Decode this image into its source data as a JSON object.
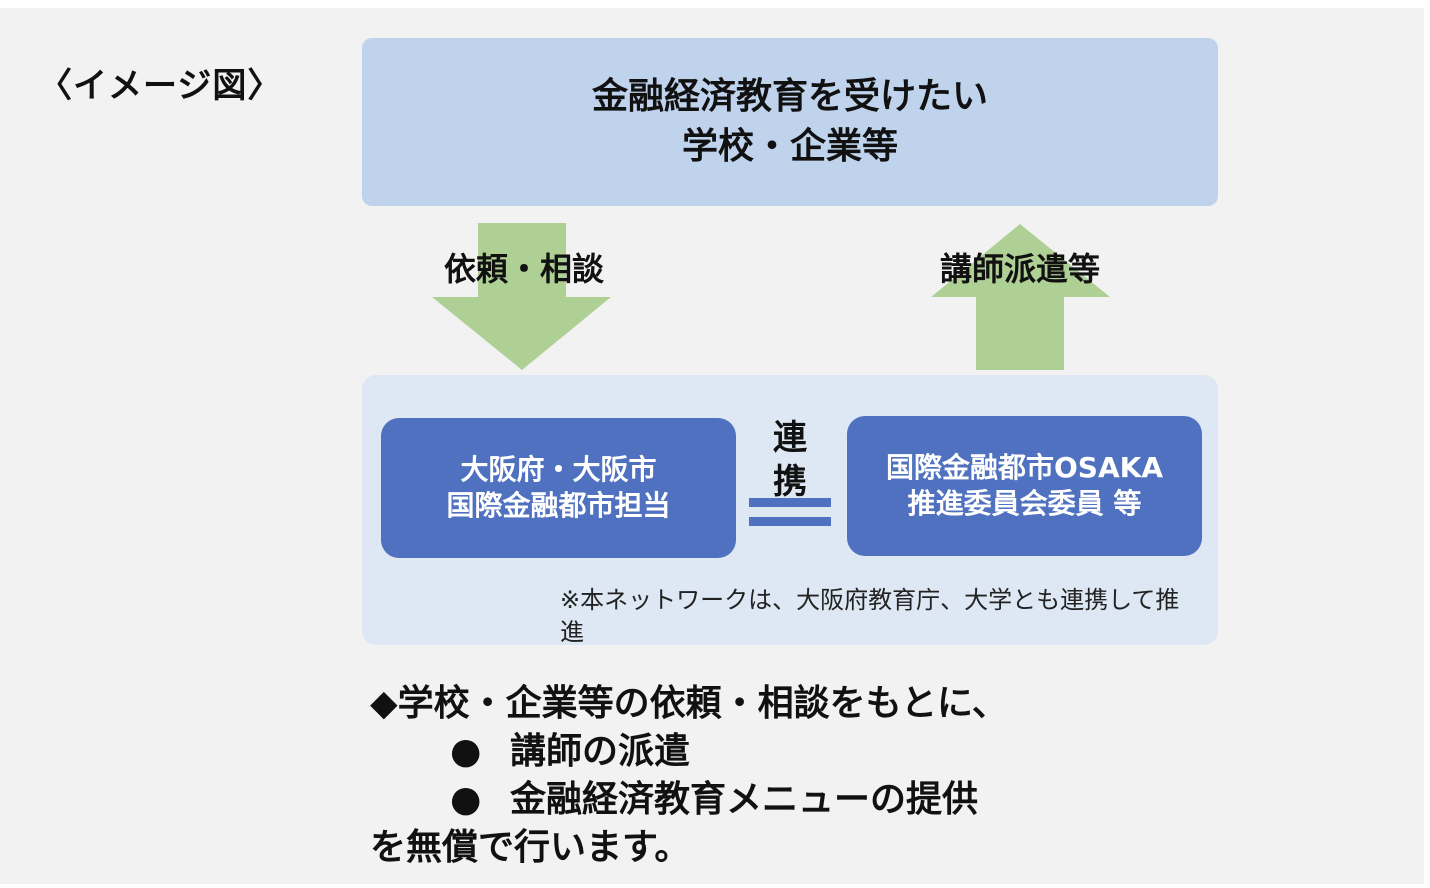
{
  "image_label": "〈イメージ図〉",
  "top_box": {
    "line1": "金融経済教育を受けたい",
    "line2": "学校・企業等"
  },
  "arrows": {
    "down_label": "依頼・相談",
    "up_label": "講師派遣等"
  },
  "left_box": {
    "line1": "大阪府・大阪市",
    "line2": "国際金融都市担当"
  },
  "right_box": {
    "line1": "国際金融都市OSAKA",
    "line2": "推進委員会委員 等"
  },
  "link_label": {
    "char1": "連",
    "char2": "携"
  },
  "note": "※本ネットワークは、大阪府教育庁、大学とも連携して推進",
  "summary": {
    "line1": "◆学校・企業等の依頼・相談をもとに、",
    "bullet_mark": "●",
    "item1": "講師の派遣",
    "item2": "金融経済教育メニューの提供",
    "line_last": "を無償で行います。"
  },
  "colors": {
    "top_box": "#bfd3ec",
    "panel": "#dde8f4",
    "blue_box": "#4f71bf",
    "arrow": "#afd095",
    "background": "#f2f2f2"
  }
}
